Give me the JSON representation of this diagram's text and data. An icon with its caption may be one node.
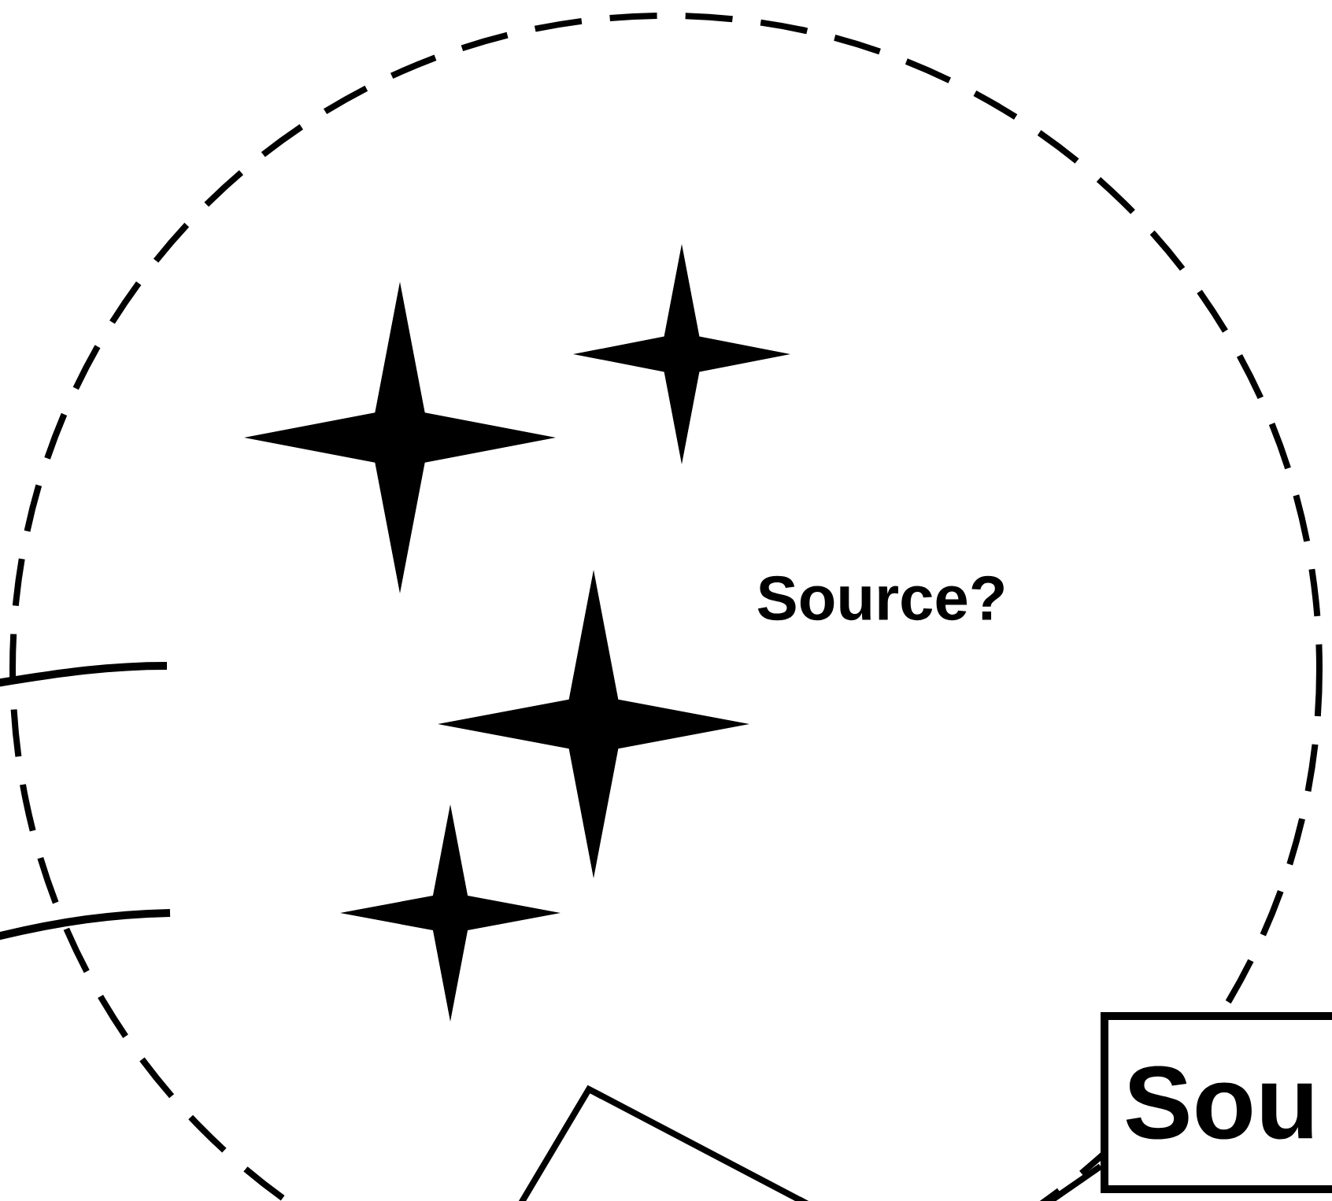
{
  "diagram": {
    "nodes": [
      {
        "text": [
          "Source?"
        ]
      },
      {
        "text": [
          "Sou"
        ]
      }
    ],
    "edges": [
      {
        "from": 1,
        "to": 0,
        "arrow": "none"
      }
    ]
  }
}
